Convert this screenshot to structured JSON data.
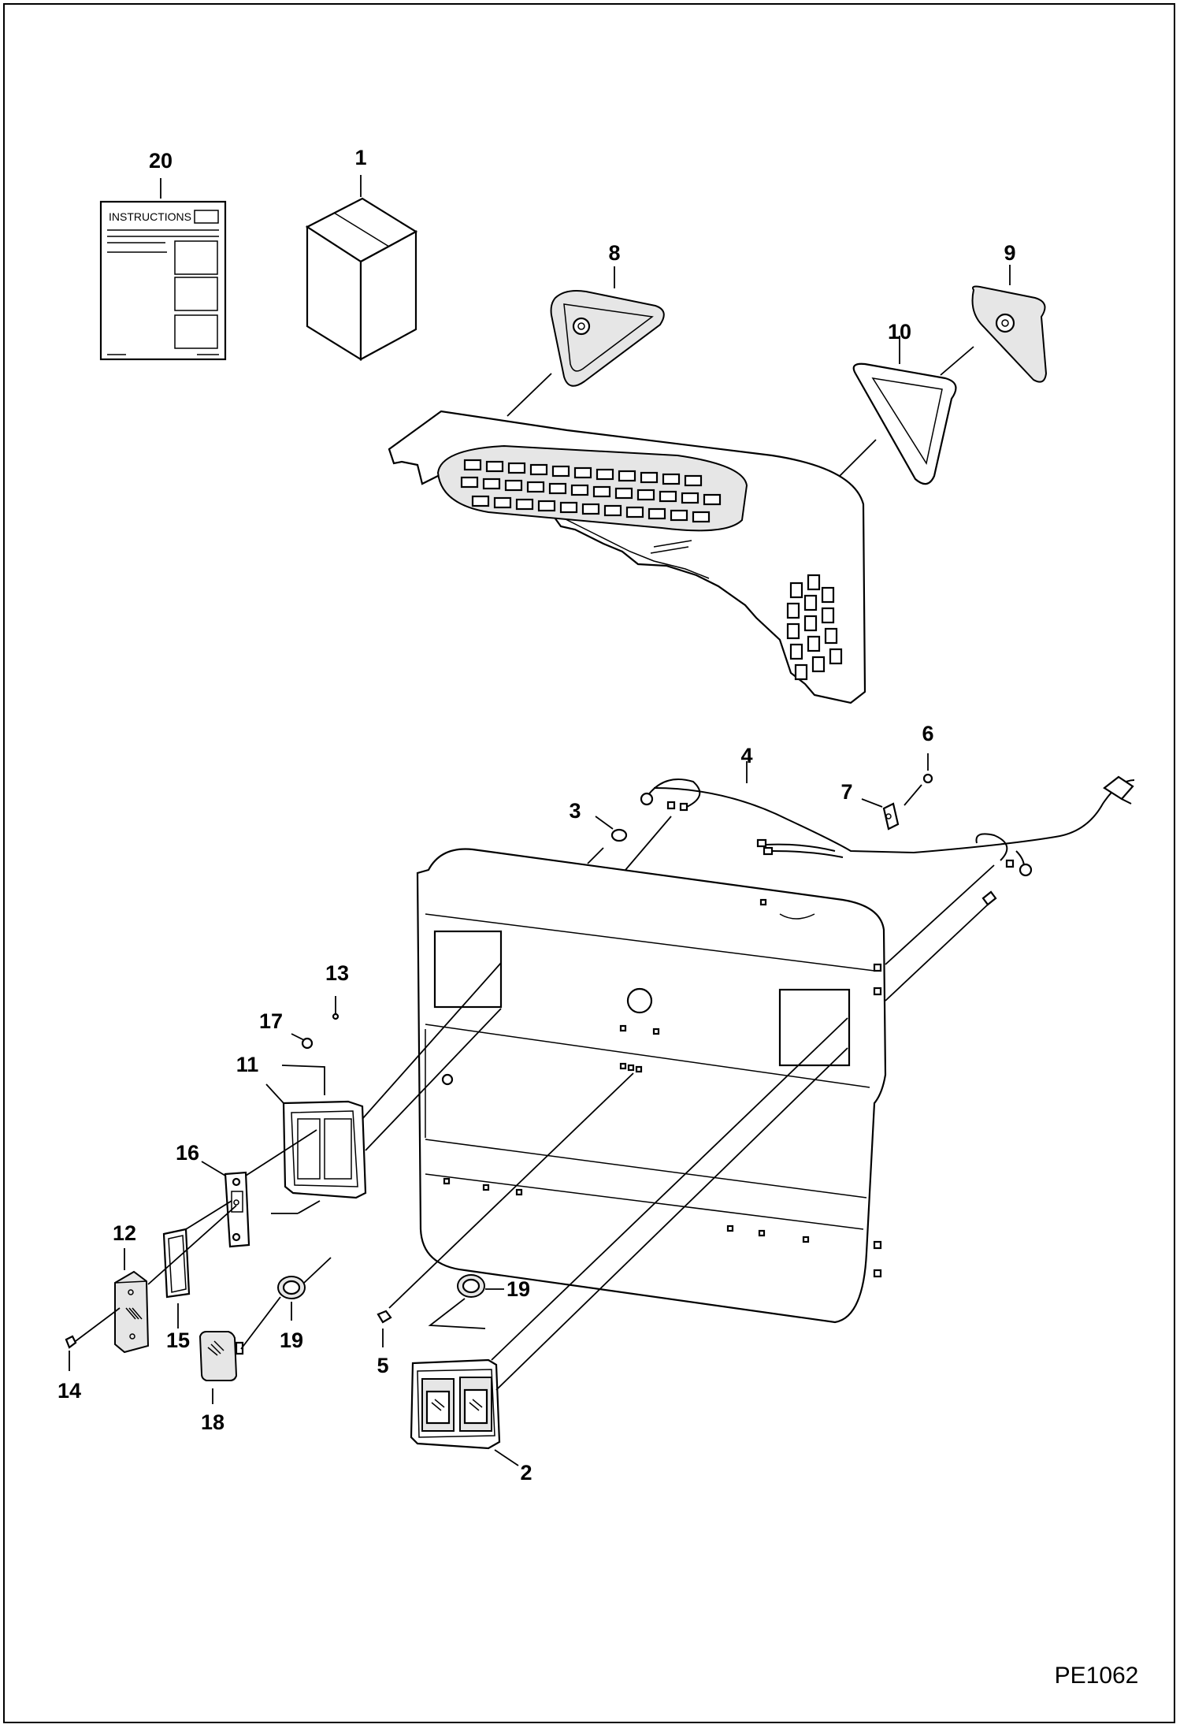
{
  "figure_id": "PE1062",
  "instructions_label": "INSTRUCTIONS",
  "callouts": {
    "c1": "1",
    "c2": "2",
    "c3": "3",
    "c4": "4",
    "c5": "5",
    "c6": "6",
    "c7": "7",
    "c8": "8",
    "c9": "9",
    "c10": "10",
    "c11": "11",
    "c12": "12",
    "c13": "13",
    "c14": "14",
    "c15": "15",
    "c16": "16",
    "c17": "17",
    "c18": "18",
    "c19a": "19",
    "c19b": "19",
    "c20": "20"
  }
}
